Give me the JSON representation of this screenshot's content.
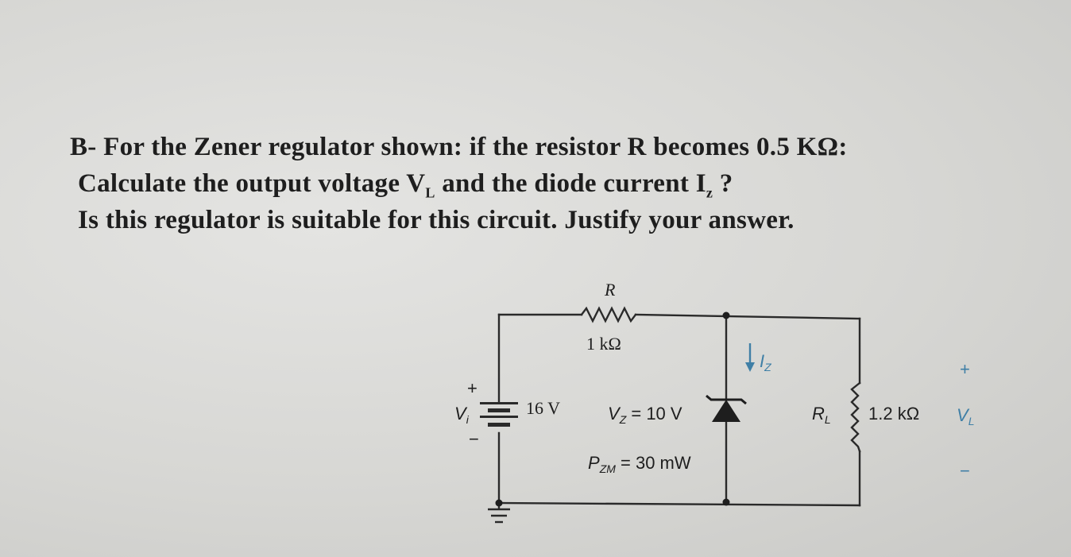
{
  "question": {
    "line1": "B- For the Zener regulator shown: if the resistor R becomes 0.5 KΩ:",
    "line2_a": "Calculate the output voltage V",
    "line2_sub1": "L",
    "line2_b": " and the diode current I",
    "line2_sub2": "z",
    "line2_c": " ?",
    "line3": "Is this regulator is suitable for this circuit. Justify your answer."
  },
  "circuit": {
    "resistor_label": "R",
    "resistor_value": "1 kΩ",
    "source_label": "V",
    "source_sub": "i",
    "source_plus": "+",
    "source_minus": "−",
    "source_value": "16 V",
    "zener_voltage_a": "V",
    "zener_voltage_sub": "Z",
    "zener_voltage_b": " = 10 V",
    "zener_power_a": "P",
    "zener_power_sub": "ZM",
    "zener_power_b": " = 30 mW",
    "zener_current_label": "I",
    "zener_current_sub": "Z",
    "load_label": "R",
    "load_sub": "L",
    "load_value": "1.2 kΩ",
    "output_label": "V",
    "output_sub": "L",
    "output_plus": "+",
    "output_minus": "−",
    "accent_color": "#3f7fa6"
  }
}
